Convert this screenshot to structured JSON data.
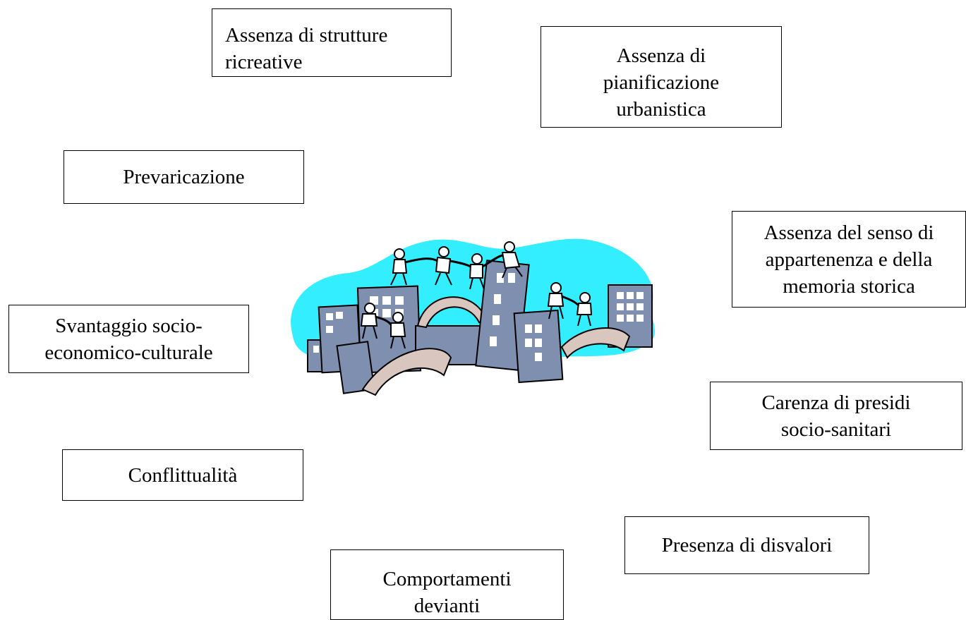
{
  "boxes": {
    "strutture": "Assenza di strutture\nricreative",
    "pianificazione": "Assenza di\npianificazione\nurbanistica",
    "prevaricazione": "Prevaricazione",
    "appartenenza": "Assenza del senso di\nappartenenza e della\nmemoria storica",
    "svantaggio": "Svantaggio socio-\neconomico-culturale",
    "presidi": "Carenza di presidi\nsocio-sanitari",
    "conflittualita": "Conflittualità",
    "disvalori": "Presenza di disvalori",
    "comportamenti": "Comportamenti\ndevianti"
  },
  "illustration": {
    "icon": "city-people-clipart-icon",
    "colors": {
      "sky": "#33EEFF",
      "building": "#7F8FAF",
      "window": "#FFFFFF",
      "bridge": "#D9C6BE",
      "outline": "#000000"
    }
  }
}
